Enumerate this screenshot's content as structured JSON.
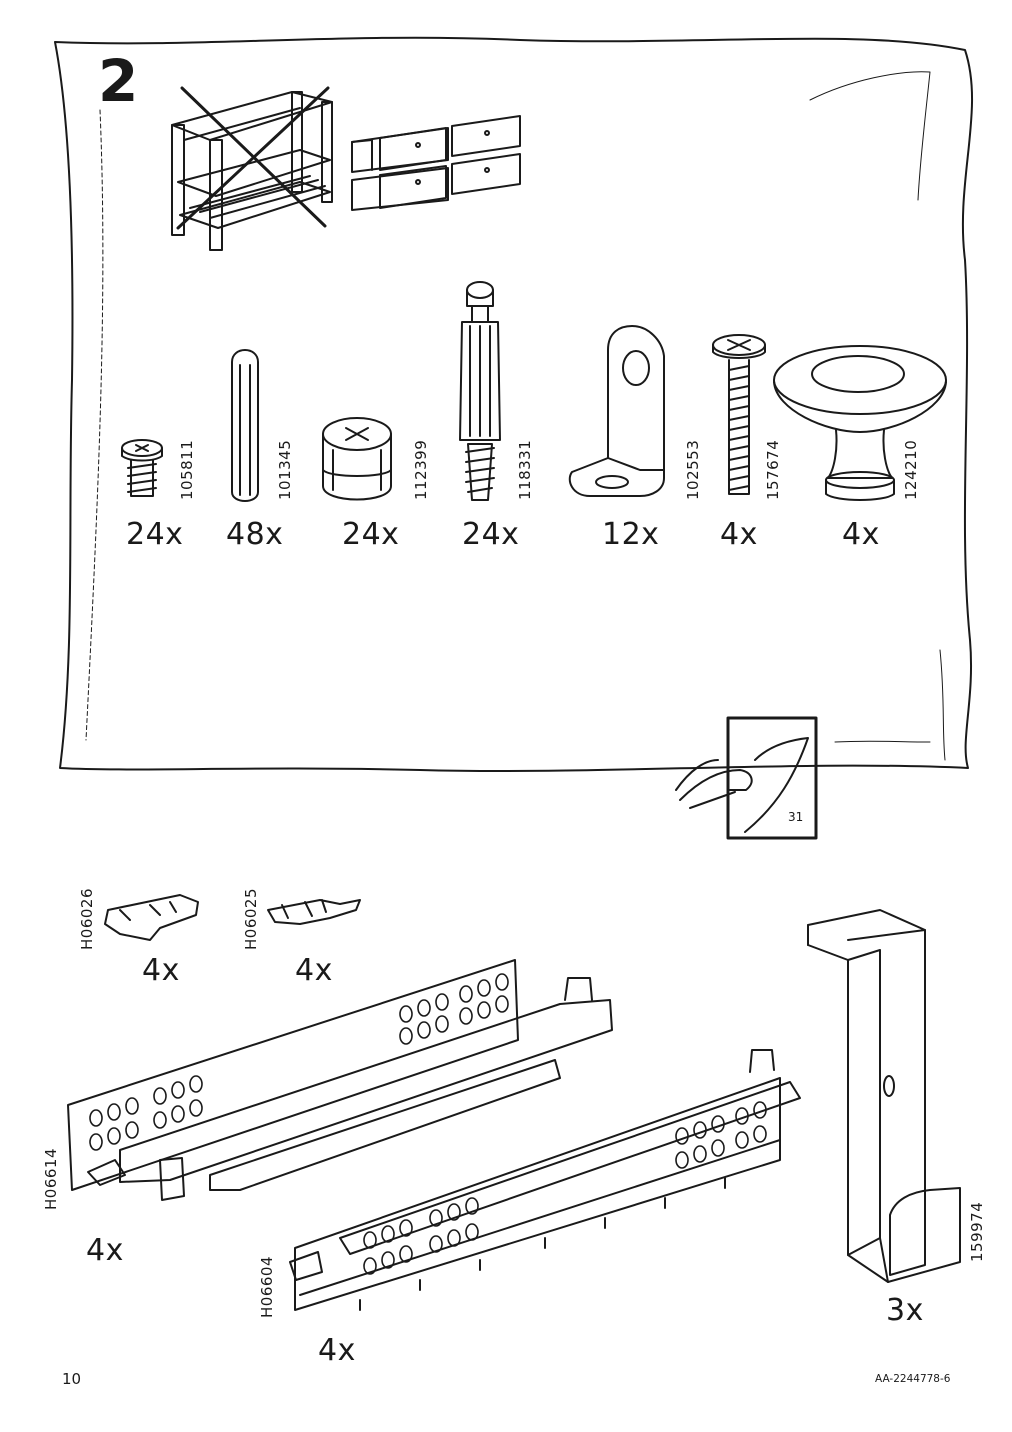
{
  "step": {
    "number": "2",
    "parts": [
      {
        "article": "105811",
        "quantity": "24x",
        "icon": "screw-icon"
      },
      {
        "article": "101345",
        "quantity": "48x",
        "icon": "wooden-dowel-icon"
      },
      {
        "article": "112399",
        "quantity": "24x",
        "icon": "cam-lock-icon"
      },
      {
        "article": "118331",
        "quantity": "24x",
        "icon": "cam-bolt-icon"
      },
      {
        "article": "102553",
        "quantity": "12x",
        "icon": "angle-bracket-icon"
      },
      {
        "article": "157674",
        "quantity": "4x",
        "icon": "long-screw-icon"
      },
      {
        "article": "124210",
        "quantity": "4x",
        "icon": "knob-icon"
      }
    ],
    "reference_page": "31"
  },
  "hardware": [
    {
      "article": "H06026",
      "quantity": "4x",
      "icon": "clip-icon"
    },
    {
      "article": "H06025",
      "quantity": "4x",
      "icon": "clip-icon"
    },
    {
      "article": "H06614",
      "quantity": "4x",
      "icon": "drawer-runner-icon"
    },
    {
      "article": "H06604",
      "quantity": "4x",
      "icon": "drawer-runner-icon"
    },
    {
      "article": "159974",
      "quantity": "3x",
      "icon": "hook-bracket-icon"
    }
  ],
  "footer": {
    "page_number": "10",
    "document_code": "AA-2244778-6"
  }
}
